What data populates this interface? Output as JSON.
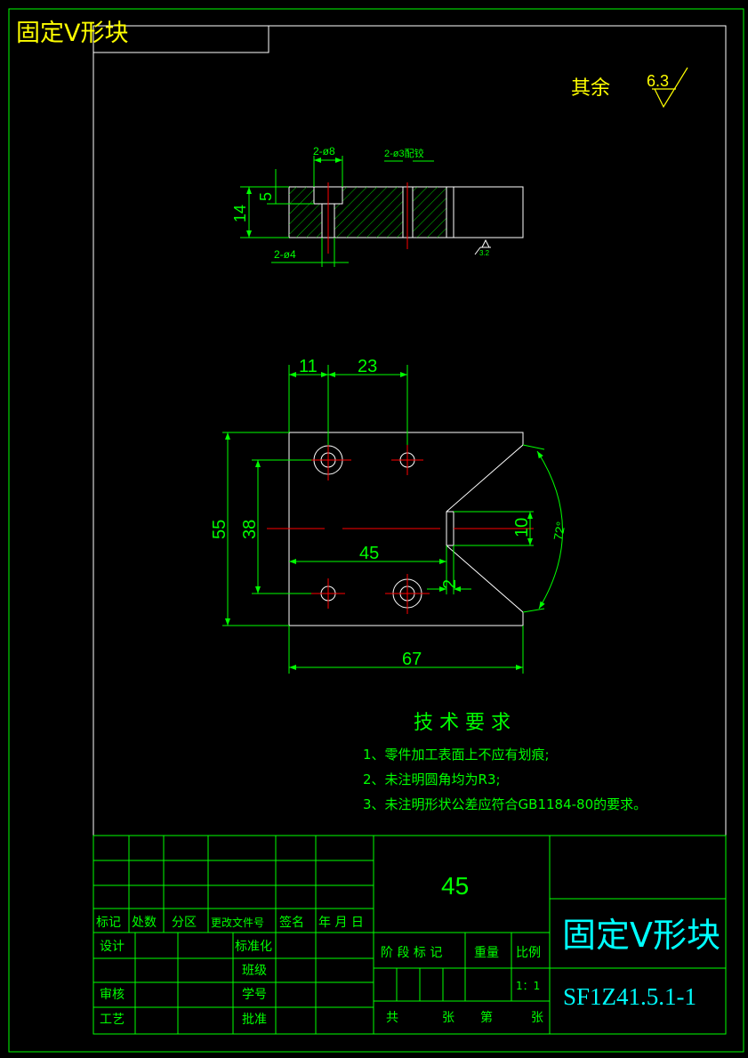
{
  "corner_title": "固定V形块",
  "roughness": {
    "label": "其余",
    "value": "6.3"
  },
  "side_view": {
    "dim_counterbore": "2-ø8",
    "dim_pin": "2-ø3配铰",
    "dim_hole": "2-ø4",
    "dim_depth": "5",
    "dim_thickness": "14",
    "roughness_value": "3.2"
  },
  "top_view": {
    "dim_11": "11",
    "dim_23": "23",
    "dim_55": "55",
    "dim_38": "38",
    "dim_45": "45",
    "dim_10": "10",
    "dim_2": "2",
    "dim_67": "67",
    "dim_angle": "72°"
  },
  "tech": {
    "title": "技 术 要 求",
    "items": [
      "1、零件加工表面上不应有划痕;",
      "2、未注明圆角均为R3;",
      "3、未注明形状公差应符合GB1184-80的要求。"
    ]
  },
  "title_block": {
    "material": "45",
    "part_name": "固定V形块",
    "drawing_no": "SF1Z41.5.1-1",
    "rev_headers": [
      "标记",
      "处数",
      "分区",
      "更改文件号",
      "签名",
      "年 月 日"
    ],
    "design": "设计",
    "standard": "标准化",
    "class": "班级",
    "review": "审核",
    "student_id": "学号",
    "process": "工艺",
    "approve": "批准",
    "stage_mark": "阶 段 标 记",
    "weight": "重量",
    "scale_label": "比例",
    "scale": "1：1",
    "total": "共",
    "sheets": "张",
    "sheet_no": "第",
    "sheets2": "张"
  },
  "colors": {
    "green": "#00ff00",
    "yellow": "#ffff00",
    "cyan": "#00ffff",
    "red": "#ff0000",
    "white": "#ffffff"
  }
}
